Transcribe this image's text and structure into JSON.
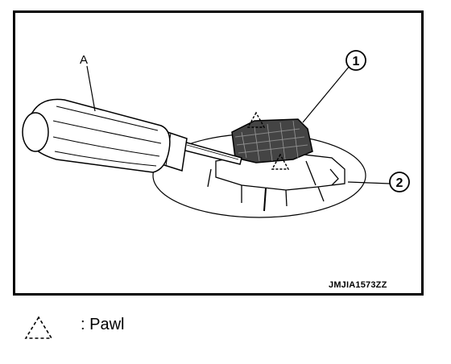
{
  "callouts": {
    "tool_label": "A",
    "part_1": "1",
    "part_2": "2"
  },
  "figure_code": "JMJIA1573ZZ",
  "legend": {
    "icon": "dashed-triangle-icon",
    "text": ": Pawl"
  }
}
